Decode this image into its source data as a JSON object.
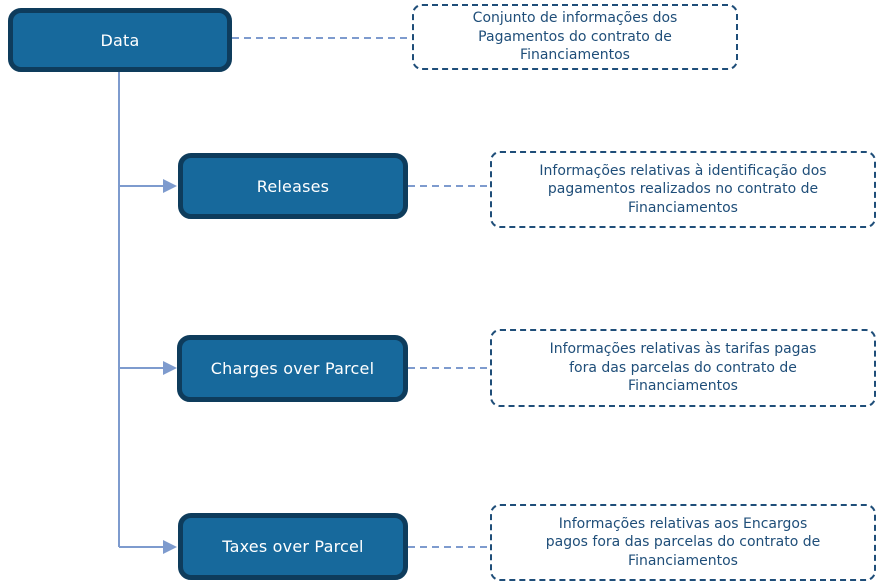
{
  "diagram": {
    "root": {
      "label": "Data",
      "description_lines": [
        "Conjunto de informações dos",
        "Pagamentos do contrato de",
        "Financiamentos"
      ]
    },
    "children": [
      {
        "label": "Releases",
        "description_lines": [
          "Informações relativas à identificação dos",
          "pagamentos realizados no contrato de",
          "Financiamentos"
        ]
      },
      {
        "label": "Charges over Parcel",
        "description_lines": [
          "Informações relativas às tarifas pagas",
          "fora das parcelas do contrato de",
          "Financiamentos"
        ]
      },
      {
        "label": "Taxes over Parcel",
        "description_lines": [
          "Informações relativas aos Encargos",
          "pagos fora das parcelas do contrato de",
          "Financiamentos"
        ]
      }
    ],
    "colors": {
      "node_fill": "#17699C",
      "node_border": "#0E3C5C",
      "node_text": "#FFFFFF",
      "note_border": "#1F4E79",
      "note_text": "#1F4E79",
      "connector": "#7E9BCE",
      "background": "#FFFFFF"
    }
  }
}
